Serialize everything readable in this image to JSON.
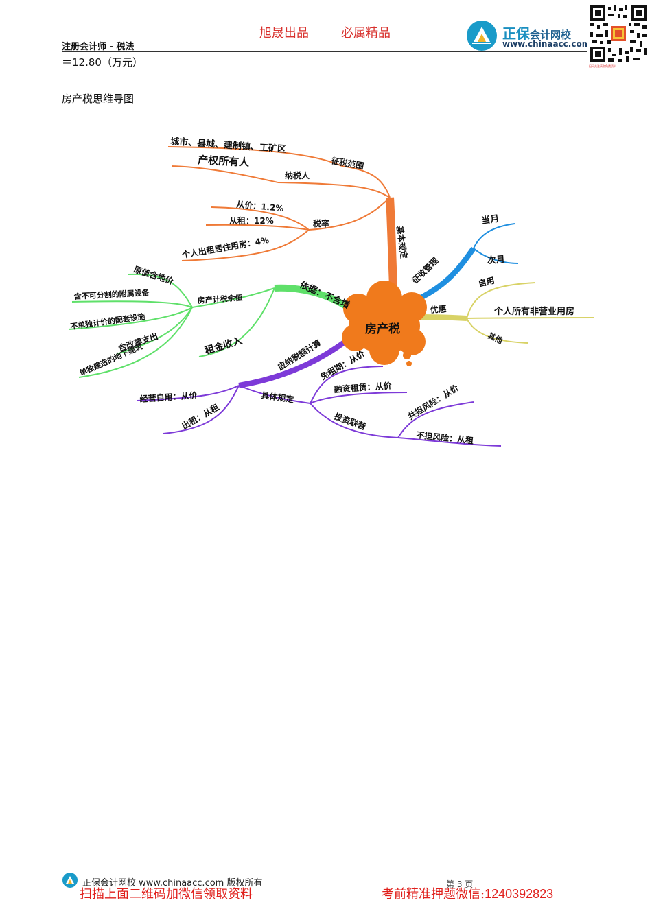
{
  "header": {
    "slogan_left": "旭晟出品",
    "slogan_right": "必属精品",
    "subject": "注册会计师 - 税法",
    "logo_name": "正保",
    "logo_name_suffix": "会计网校",
    "logo_url": "www.chinaacc.com",
    "qr_caption": "扫码关注获取免费资料"
  },
  "body": {
    "result_line": "＝12.80（万元）",
    "section_title": "房产税思维导图"
  },
  "mindmap": {
    "center": "房产税",
    "nodes": {
      "basic": "基本规定",
      "scope": "征税范围",
      "scope_value": "城市、县城、建制镇、工矿区",
      "taxpayer": "纳税人",
      "taxpayer_value": "产权所有人",
      "rate": "税率",
      "rate_1": "从价：1.2%",
      "rate_2": "从租：12%",
      "rate_3": "个人出租居住用房：4%",
      "collection": "征收管理",
      "month_current": "当月",
      "month_next": "次月",
      "preferential": "优惠",
      "self_use": "自用",
      "personal": "个人所有非营业用房",
      "other": "其他",
      "basis": "依据：不含增",
      "value_calc": "房产计税余值",
      "v1": "原值含地价",
      "v2": "含不可分割的附属设备",
      "v3": "不单独计价的配套设施",
      "v4": "含改建支出",
      "v5": "单独建造的地下建筑",
      "rent": "租金收入",
      "calc": "应纳税额计算",
      "specific": "具体规定",
      "self_operate": "经营自用：从价",
      "lease": "出租：从租",
      "free_period": "免租期：从价",
      "finance_lease": "融资租赁：从价",
      "investment": "投资联营",
      "share_risk": "共担风险：从价",
      "no_risk": "不担风险：从租"
    },
    "colors": {
      "orange": "#ef7a37",
      "blue": "#1f8fe0",
      "yellow": "#d8d266",
      "green": "#5fe06a",
      "purple": "#7d3ad8",
      "center": "#f07a1c"
    }
  },
  "footer": {
    "copyright": "正保会计网校 www.chinaacc.com 版权所有",
    "page": "第 3 页",
    "promo_left": "扫描上面二维码加微信领取资料",
    "promo_right": "考前精准押题微信:",
    "promo_number": "1240392823"
  }
}
